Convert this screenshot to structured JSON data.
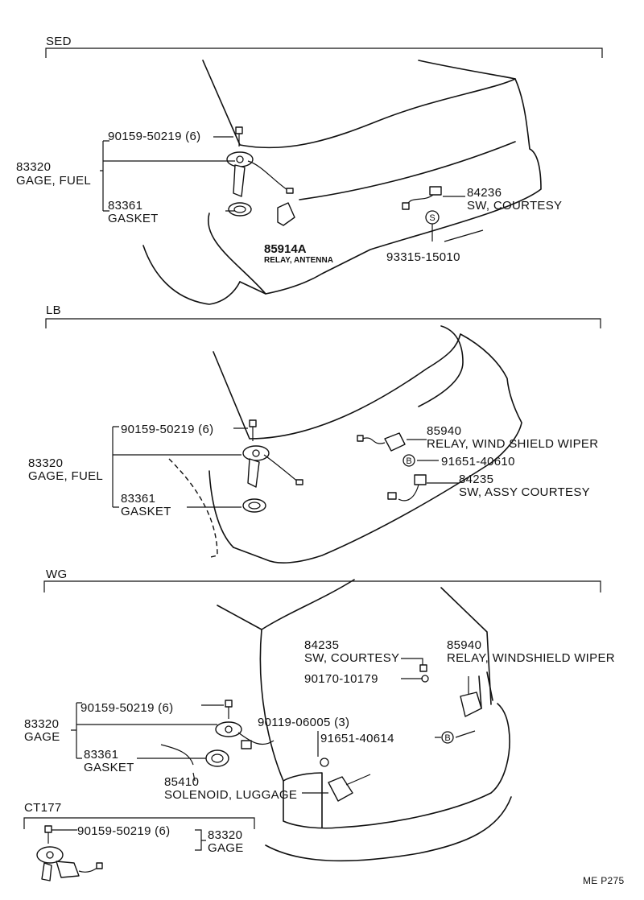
{
  "sections": {
    "sed": {
      "title": "SED",
      "bolt": "90159-50219 (6)",
      "gage_num": "83320",
      "gage_name": "GAGE, FUEL",
      "gasket_num": "83361",
      "gasket_name": "GASKET",
      "relay_num": "85914A",
      "relay_name": "RELAY, ANTENNA",
      "sw_num": "84236",
      "sw_name": "SW, COURTESY",
      "screw_num": "93315-15010",
      "screw_mark": "S"
    },
    "lb": {
      "title": "LB",
      "bolt": "90159-50219 (6)",
      "gage_num": "83320",
      "gage_name": "GAGE, FUEL",
      "gasket_num": "83361",
      "gasket_name": "GASKET",
      "relay_num": "85940",
      "relay_name": "RELAY, WIND SHIELD WIPER",
      "bolt2_num": "91651-40610",
      "bolt2_mark": "B",
      "sw_num": "84235",
      "sw_name": "SW, ASSY COURTESY"
    },
    "wg": {
      "title": "WG",
      "sw_num": "84235",
      "sw_name": "SW, COURTESY",
      "nut_num": "90170-10179",
      "relay_num": "85940",
      "relay_name": "RELAY, WINDSHIELD WIPER",
      "bolt": "90159-50219 (6)",
      "gage_num": "83320",
      "gage_name": "GAGE",
      "washer_num": "90119-06005 (3)",
      "bolt2_num": "91651-40614",
      "bolt2_mark": "B",
      "gasket_num": "83361",
      "gasket_name": "GASKET",
      "solenoid_num": "85410",
      "solenoid_name": "SOLENOID, LUGGAGE"
    },
    "ct177": {
      "title": "CT177",
      "bolt": "90159-50219 (6)",
      "gage_num": "83320",
      "gage_name": "GAGE"
    }
  },
  "footer": {
    "code": "ME P275"
  }
}
